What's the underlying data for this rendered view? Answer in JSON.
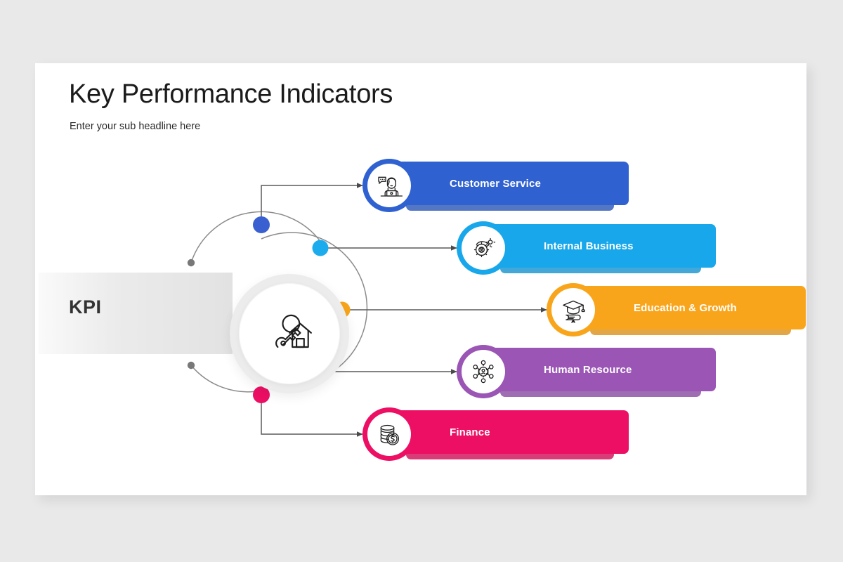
{
  "slide": {
    "title": "Key Performance Indicators",
    "subtitle": "Enter your sub headline here",
    "hub": {
      "label": "KPI",
      "icon": "key-house-icon"
    }
  },
  "kpis": [
    {
      "label": "Customer Service",
      "color": "#2f62d0",
      "icon": "headset-agent-icon",
      "dot_color": "#3a5fd0",
      "connector": "elbow-up"
    },
    {
      "label": "Internal Business",
      "color": "#18a7ea",
      "icon": "gear-process-icon",
      "dot_color": "#1cacee",
      "connector": "straight"
    },
    {
      "label": "Education & Growth",
      "color": "#f9a51b",
      "icon": "graduation-diploma-icon",
      "dot_color": "#f9a51b",
      "connector": "straight"
    },
    {
      "label": "Human Resource",
      "color": "#9a55b5",
      "icon": "people-network-icon",
      "dot_color": "#9b51b8",
      "connector": "straight"
    },
    {
      "label": "Finance",
      "color": "#ec0f63",
      "icon": "coins-dollar-icon",
      "dot_color": "#ec0f63",
      "connector": "elbow-down"
    }
  ],
  "theme": {
    "page_background": "#e9e9ea",
    "slide_background": "#ffffff",
    "connector_color": "#5a5a5a",
    "arc_color": "#8b8b8b",
    "arc_end_dot_color": "#787878",
    "title_color": "#1b1b1b",
    "kpi_label_color": "#333333"
  }
}
